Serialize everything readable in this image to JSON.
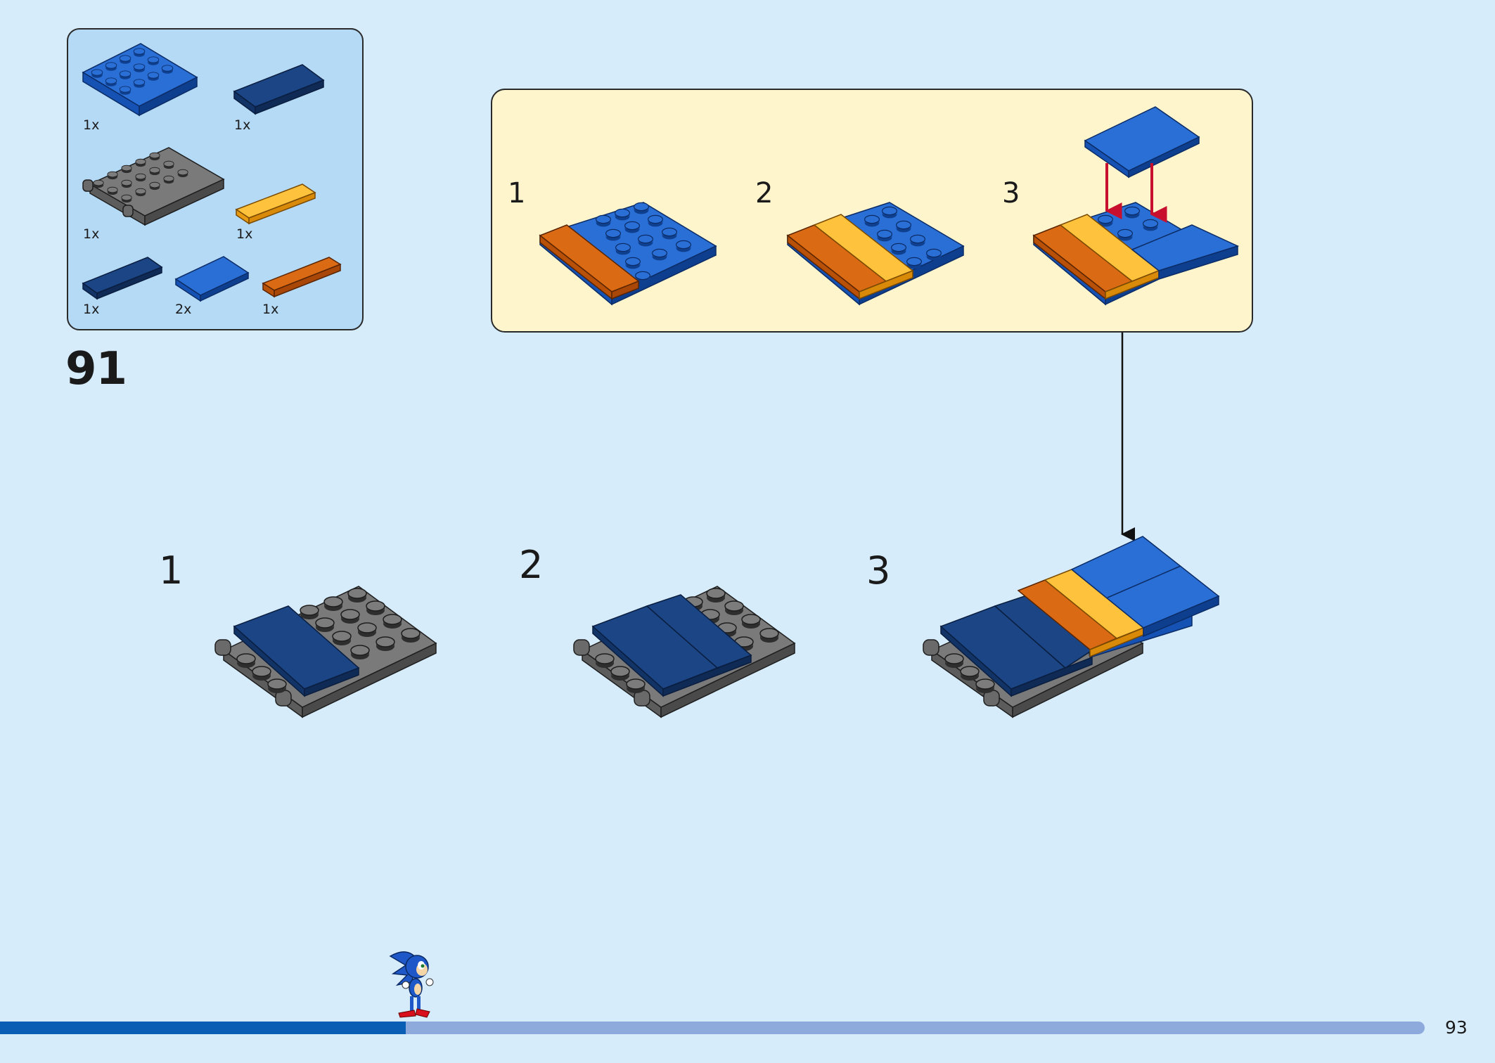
{
  "step": {
    "number": "91"
  },
  "parts": [
    {
      "name": "blue plate 4x4",
      "qty": "1x"
    },
    {
      "name": "dark blue tile 2x4",
      "qty": "1x"
    },
    {
      "name": "gray plate with pins",
      "qty": "1x"
    },
    {
      "name": "yellow tile 1x4",
      "qty": "1x"
    },
    {
      "name": "dark blue tile 1x4",
      "qty": "1x"
    },
    {
      "name": "blue tile 2x2",
      "qty": "2x"
    },
    {
      "name": "orange tile 1x4",
      "qty": "1x"
    }
  ],
  "sub_steps": [
    "1",
    "2",
    "3"
  ],
  "main_steps": [
    "1",
    "2",
    "3"
  ],
  "page": {
    "number": "93"
  },
  "progress": {
    "fraction": 0.285
  },
  "colors": {
    "background": "#d6ecfa",
    "parts_box": "#b5daf6",
    "sub_box": "#fef5cd",
    "blue": "#1e63c9",
    "dark_blue": "#163f7c",
    "gray": "#6e6e6e",
    "orange": "#d2620f",
    "yellow": "#ffb22e",
    "arrow_red": "#c8102e",
    "progress_fill": "#0a5fb4",
    "progress_track": "#8eaadc"
  },
  "mascot": {
    "icon": "sonic-runner-icon"
  }
}
